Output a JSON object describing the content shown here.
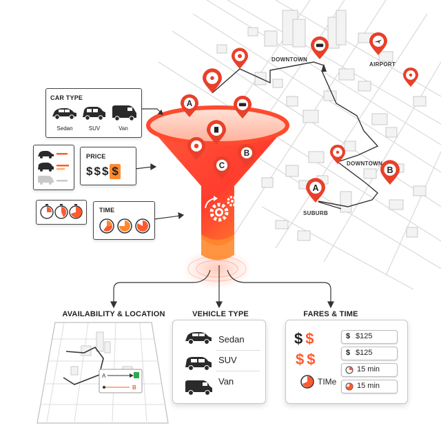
{
  "map": {
    "downtown_label_top": "DOWNTOWN",
    "airport_label": "AIRPORT",
    "downtown_label_mid": "DOWNTOWN",
    "suburb_label": "SUBURB",
    "pin_a_top": "A",
    "pin_b_right": "B",
    "pin_a_left": "A"
  },
  "funnel_pins": {
    "a": "A",
    "b": "B",
    "c": "C"
  },
  "car_type": {
    "title": "CAR TYPE",
    "options": [
      "Sedan",
      "SUV",
      "Van"
    ]
  },
  "price": {
    "title": "PRICE",
    "symbols": [
      "$",
      "$",
      "$",
      "$"
    ]
  },
  "time": {
    "title": "TIME"
  },
  "outputs": {
    "availability": {
      "title": "AVAILABILITY & LOCATION",
      "route_a": "A",
      "route_b": "B"
    },
    "vehicle": {
      "title": "VEHICLE TYPE",
      "options": [
        "Sedan",
        "SUV",
        "Van"
      ]
    },
    "fares": {
      "title": "FARES & TIME",
      "dollar_rows": [
        [
          "$",
          "$"
        ],
        [
          "$",
          "$"
        ]
      ],
      "time_label": "TIMe",
      "pills": [
        "$125",
        "$125",
        "15 min",
        "15 min"
      ]
    }
  },
  "colors": {
    "accent": "#f04b23",
    "accent_light": "#ff8a2e",
    "pin_red": "#e8402a",
    "pin_green": "#2fa84f",
    "dark": "#222222"
  }
}
